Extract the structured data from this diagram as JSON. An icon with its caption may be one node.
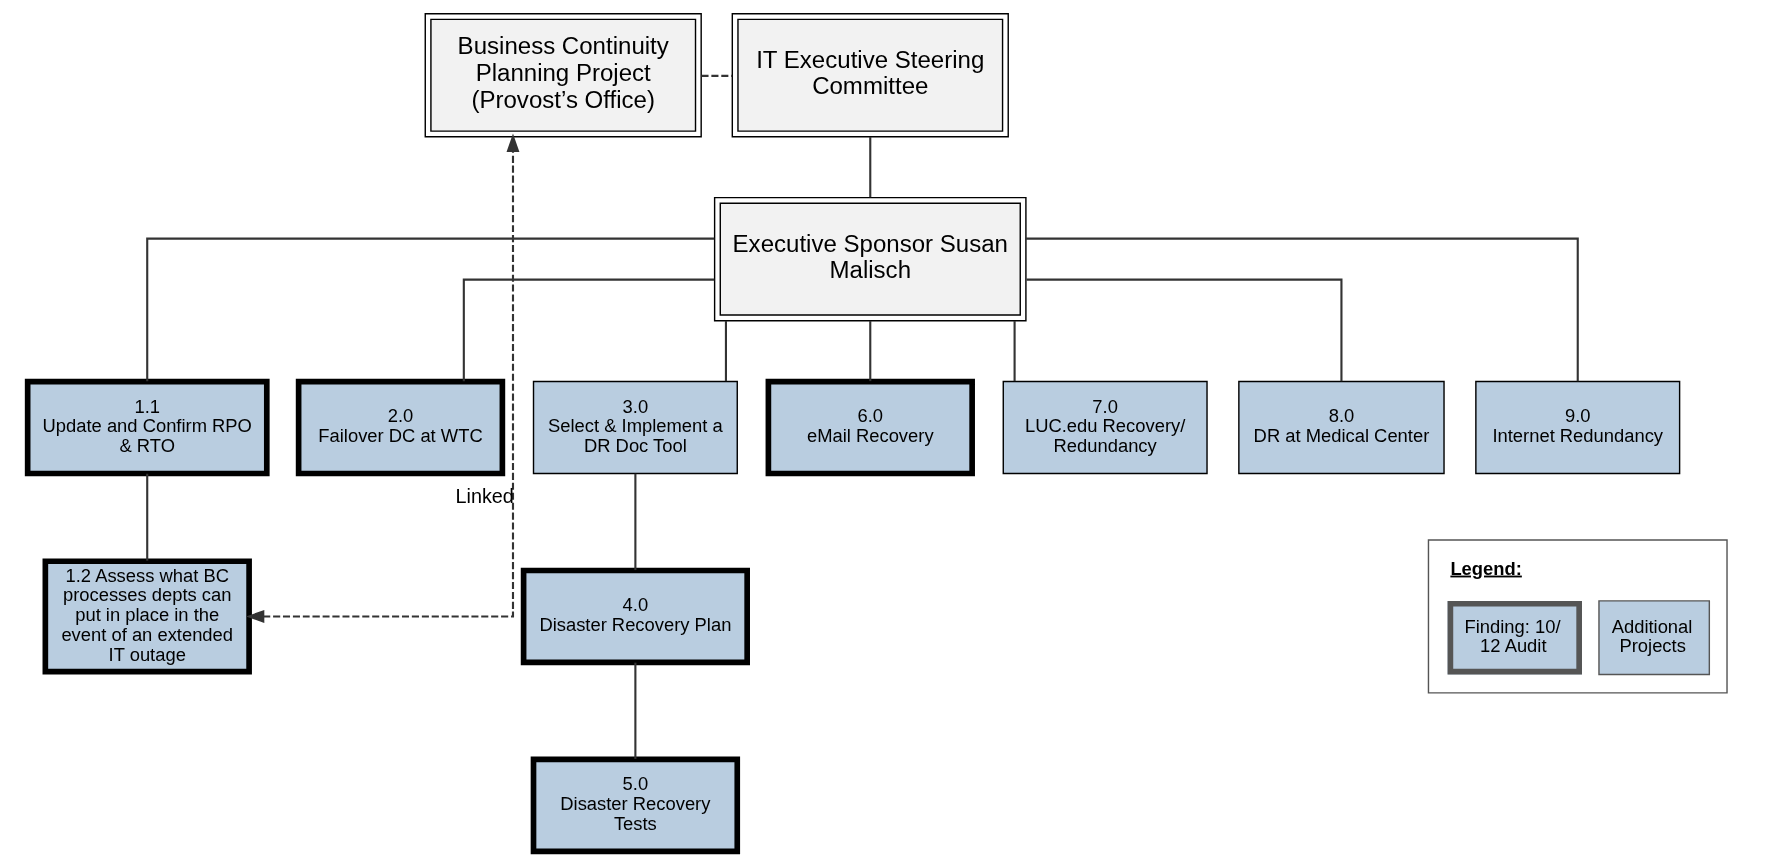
{
  "diagram": {
    "nodes": [
      {
        "text": [
          "Business Continuity Planning Project (Provost’s Office)"
        ]
      },
      {
        "text": [
          "IT Executive Steering Committee"
        ]
      },
      {
        "text": [
          "Executive Sponsor Susan Malisch"
        ]
      },
      {
        "text": [
          "1.1",
          "Update and Confirm RPO & RTO"
        ]
      },
      {
        "text": [
          "2.0",
          "Failover DC at WTC"
        ]
      },
      {
        "text": [
          "3.0",
          "Select & Implement a DR Doc Tool"
        ]
      },
      {
        "text": [
          "6.0",
          "eMail Recovery"
        ]
      },
      {
        "text": [
          "7.0",
          "LUC.edu Recovery/ Redundancy"
        ]
      },
      {
        "text": [
          "8.0",
          "DR at Medical Center"
        ]
      },
      {
        "text": [
          "9.0",
          "Internet Redundancy"
        ]
      },
      {
        "text": [
          "1.2 Assess what BC processes depts can put in place in the event of an extended IT outage"
        ]
      },
      {
        "text": [
          "4.0",
          "Disaster Recovery Plan"
        ]
      },
      {
        "text": [
          "5.0",
          "Disaster Recovery Tests"
        ]
      }
    ],
    "edges": [
      {
        "from": 0,
        "to": 1,
        "arrow": "none",
        "style": "dashed"
      },
      {
        "from": 1,
        "to": 2,
        "arrow": "none"
      },
      {
        "from": 2,
        "to": 3,
        "arrow": "none"
      },
      {
        "from": 2,
        "to": 4,
        "arrow": "none"
      },
      {
        "from": 2,
        "to": 5,
        "arrow": "none"
      },
      {
        "from": 2,
        "to": 6,
        "arrow": "none"
      },
      {
        "from": 2,
        "to": 7,
        "arrow": "none"
      },
      {
        "from": 2,
        "to": 8,
        "arrow": "none"
      },
      {
        "from": 2,
        "to": 9,
        "arrow": "none"
      },
      {
        "from": 3,
        "to": 10,
        "arrow": "none"
      },
      {
        "from": 5,
        "to": 11,
        "arrow": "none"
      },
      {
        "from": 11,
        "to": 12,
        "arrow": "none"
      },
      {
        "from": 10,
        "to": 0,
        "arrow": "both",
        "style": "dashed",
        "label": "Linked"
      }
    ],
    "labels": [
      "Legend:"
    ],
    "legend": [
      {
        "text": "Finding: 10/ 12 Audit"
      },
      {
        "text": "Additional Projects"
      }
    ]
  }
}
